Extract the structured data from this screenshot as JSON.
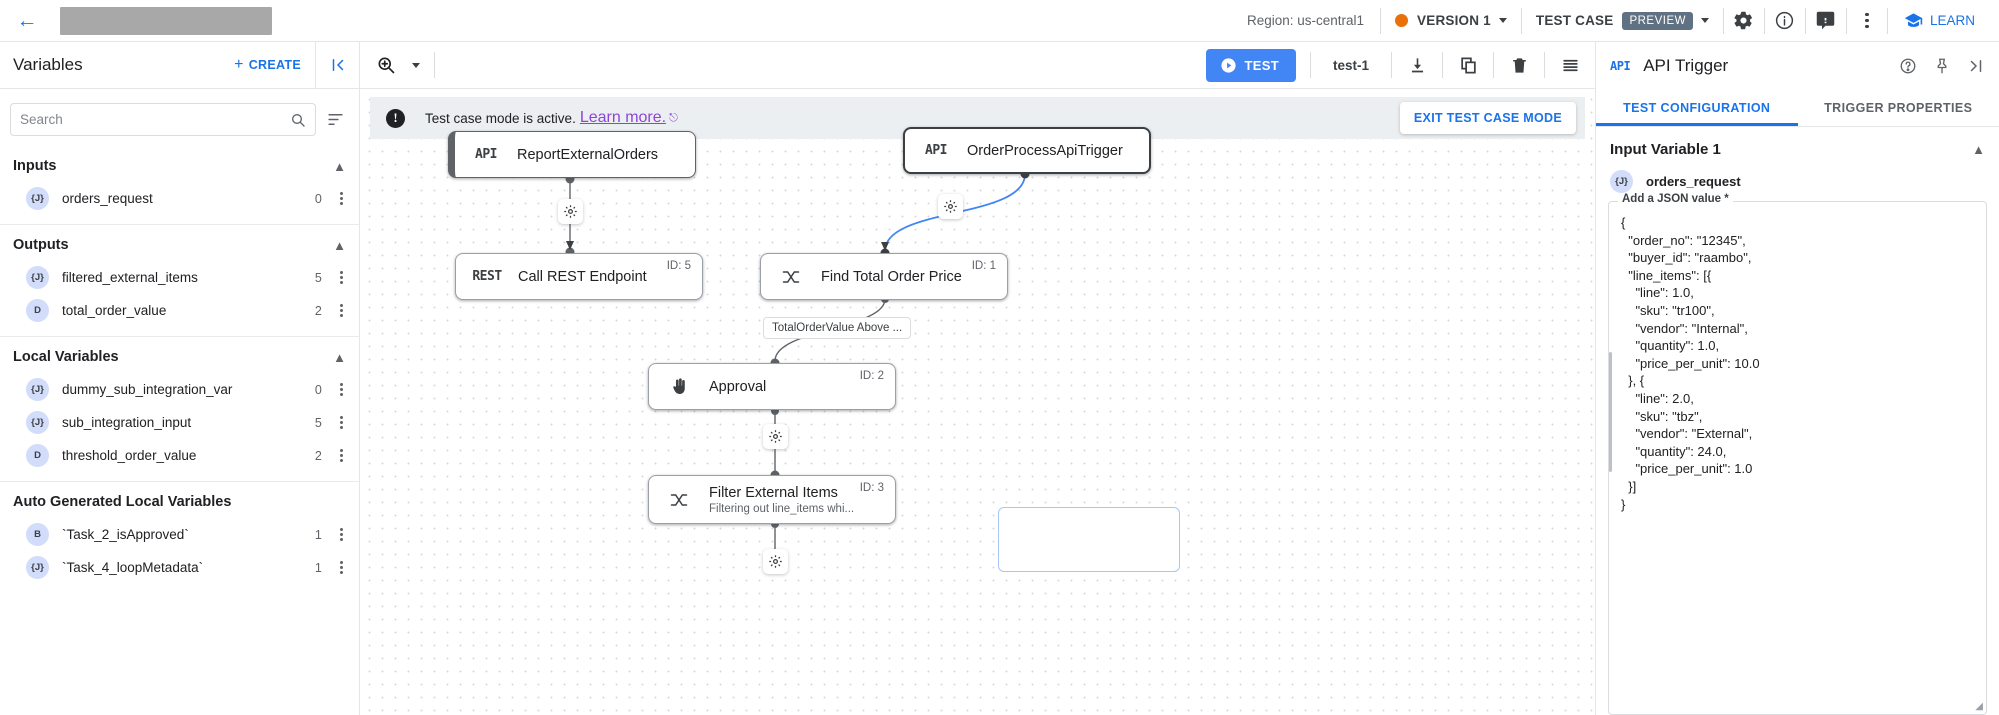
{
  "header": {
    "back_icon": "arrow-left-icon",
    "title_redacted": "",
    "region": "Region: us-central1",
    "version_label": "VERSION 1",
    "version_dot_color": "#e8710a",
    "test_case_label": "TEST CASE",
    "preview_badge": "PREVIEW",
    "icons": [
      "gear-icon",
      "info-icon",
      "feedback-icon",
      "kebab-menu-icon"
    ],
    "learn_label": "LEARN"
  },
  "sidebar": {
    "title": "Variables",
    "create_label": "CREATE",
    "search_placeholder": "Search",
    "search_value": "",
    "sections": [
      {
        "title": "Inputs",
        "items": [
          {
            "badge": "{J}",
            "name": "orders_request",
            "count": "0"
          }
        ]
      },
      {
        "title": "Outputs",
        "items": [
          {
            "badge": "{J}",
            "name": "filtered_external_items",
            "count": "5"
          },
          {
            "badge": "D",
            "name": "total_order_value",
            "count": "2"
          }
        ]
      },
      {
        "title": "Local Variables",
        "items": [
          {
            "badge": "{J}",
            "name": "dummy_sub_integration_var",
            "count": "0"
          },
          {
            "badge": "{J}",
            "name": "sub_integration_input",
            "count": "5"
          },
          {
            "badge": "D",
            "name": "threshold_order_value",
            "count": "2"
          }
        ]
      },
      {
        "title": "Auto Generated Local Variables",
        "items": [
          {
            "badge": "B",
            "name": "`Task_2_isApproved`",
            "count": "1"
          },
          {
            "badge": "{J}",
            "name": "`Task_4_loopMetadata`",
            "count": "1"
          }
        ]
      }
    ]
  },
  "toolbar": {
    "zoom_icon": "zoom-in-icon",
    "test_label": "TEST",
    "test_name": "test-1",
    "icons": [
      "download-icon",
      "copy-icon",
      "delete-icon",
      "list-icon"
    ]
  },
  "canvas": {
    "banner": {
      "text": "Test case mode is active.",
      "link": "Learn more.",
      "exit_label": "EXIT TEST CASE MODE"
    },
    "nodes": [
      {
        "kind": "trigger",
        "type": "API",
        "title": "ReportExternalOrders",
        "sub": "",
        "id": ""
      },
      {
        "kind": "trigger",
        "type": "API",
        "title": "OrderProcessApiTrigger",
        "sub": "",
        "id": ""
      },
      {
        "kind": "task",
        "type": "REST",
        "title": "Call REST Endpoint",
        "sub": "",
        "id": "ID: 5"
      },
      {
        "kind": "task",
        "type": "icon",
        "title": "Find Total Order Price",
        "sub": "",
        "id": "ID: 1"
      },
      {
        "kind": "task",
        "type": "approval",
        "title": "Approval",
        "sub": "",
        "id": "ID: 2"
      },
      {
        "kind": "task",
        "type": "icon",
        "title": "Filter External Items",
        "sub": "Filtering out line_items whi...",
        "id": "ID: 3"
      }
    ],
    "edge_label": "TotalOrderValue Above ..."
  },
  "right_panel": {
    "type_tag": "API",
    "title": "API Trigger",
    "icons": [
      "help-icon",
      "pin-icon",
      "collapse-right-icon"
    ],
    "tabs": [
      {
        "label": "TEST CONFIGURATION",
        "active": true
      },
      {
        "label": "TRIGGER PROPERTIES",
        "active": false
      }
    ],
    "section_title": "Input Variable 1",
    "variable_badge": "{J}",
    "variable_name": "orders_request",
    "json_legend": "Add a JSON value *",
    "json_value": "{\n  \"order_no\": \"12345\",\n  \"buyer_id\": \"raambo\",\n  \"line_items\": [{\n    \"line\": 1.0,\n    \"sku\": \"tr100\",\n    \"vendor\": \"Internal\",\n    \"quantity\": 1.0,\n    \"price_per_unit\": 10.0\n  }, {\n    \"line\": 2.0,\n    \"sku\": \"tbz\",\n    \"vendor\": \"External\",\n    \"quantity\": 24.0,\n    \"price_per_unit\": 1.0\n  }]\n}"
  }
}
